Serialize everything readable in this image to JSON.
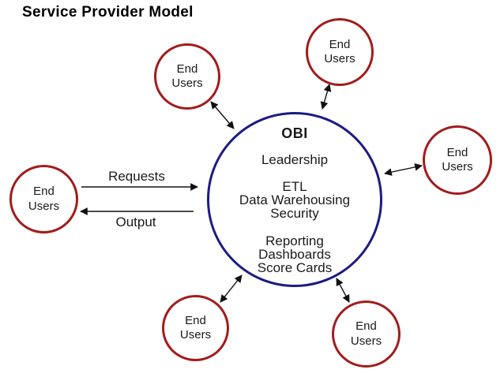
{
  "title": "Service Provider Model",
  "obi": {
    "title": "OBI",
    "items": [
      "Leadership",
      "ETL",
      "Data Warehousing",
      "Security",
      "Reporting",
      "Dashboards",
      "Score Cards"
    ]
  },
  "end_user_circles": [
    {
      "position": "top-left",
      "label": "End Users"
    },
    {
      "position": "top-right",
      "label": "End Users"
    },
    {
      "position": "right",
      "label": "End Users"
    },
    {
      "position": "left",
      "label": "End Users"
    },
    {
      "position": "bottom-left",
      "label": "End Users"
    },
    {
      "position": "bottom-right",
      "label": "End Users"
    }
  ],
  "flow_labels": {
    "requests": "Requests",
    "output": "Output"
  },
  "colors": {
    "end_user_border": "#a21c1c",
    "obi_border": "#1c1c82",
    "arrow": "#111111",
    "text": "#1a1a1a",
    "background": "#ffffff"
  }
}
